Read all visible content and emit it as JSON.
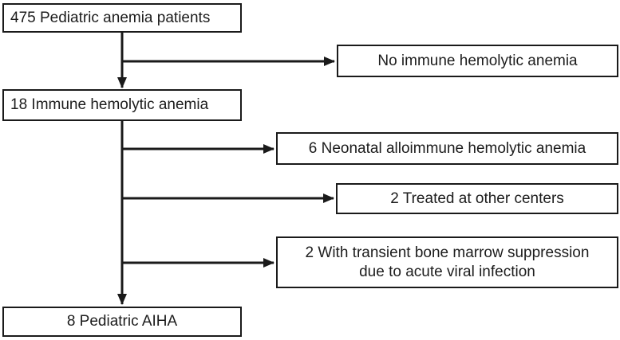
{
  "diagram": {
    "type": "flowchart",
    "nodes": {
      "patients": {
        "label": "475 Pediatric anemia patients"
      },
      "no_immune": {
        "label": "No immune hemolytic anemia"
      },
      "immune": {
        "label": "18 Immune hemolytic anemia"
      },
      "neonatal": {
        "label": "6 Neonatal alloimmune hemolytic anemia"
      },
      "other_centers": {
        "label": "2 Treated at other centers"
      },
      "marrow": {
        "line1": "2 With transient bone marrow suppression",
        "line2": "due to acute viral infection"
      },
      "aiha": {
        "label": "8 Pediatric AIHA"
      }
    },
    "edges": [
      {
        "from": "patients",
        "to": "no_immune"
      },
      {
        "from": "patients",
        "to": "immune"
      },
      {
        "from": "immune",
        "to": "neonatal"
      },
      {
        "from": "immune",
        "to": "other_centers"
      },
      {
        "from": "immune",
        "to": "marrow"
      },
      {
        "from": "immune",
        "to": "aiha"
      }
    ],
    "colors": {
      "box_border": "#1a1a1a",
      "box_fill": "#ffffff",
      "arrow": "#1a1a1a",
      "text": "#1c1c1c",
      "background": "#ffffff"
    }
  }
}
